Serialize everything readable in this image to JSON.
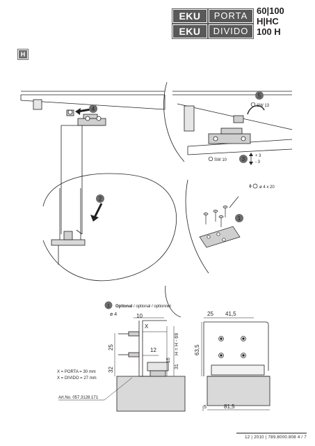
{
  "header": {
    "row1": {
      "brand": "EKU",
      "product": "PORTA",
      "model": "60|100 H|HC"
    },
    "row2": {
      "brand": "EKU",
      "product": "DIVIDO",
      "model": "100 H"
    }
  },
  "section_badge": "H",
  "steps": {
    "s1": "1",
    "s2": "2",
    "s3": "3",
    "s4": "4",
    "s5": "5"
  },
  "callouts": {
    "sw13": "SW 13",
    "sw10": "SW 10",
    "plus3": "+ 3",
    "minus3": "- 3",
    "screw": "ø 4 x 20"
  },
  "optional": {
    "num": "1",
    "bold": "Optional",
    "rest": " / optional / optionnel"
  },
  "drawing": {
    "phi4": "ø 4",
    "d10": "10",
    "dX": "X",
    "d12": "12",
    "d25": "25",
    "d32": "32",
    "d16": "16",
    "d31": "31",
    "dH": "H = H - 69",
    "d25b": "25",
    "d415": "41,5",
    "d635": "63,5",
    "d815": "81,5",
    "d5": "5"
  },
  "notes": {
    "porta": "X = PORTA = 30 mm",
    "divido": "X = DIVIDO = 27 mm",
    "artno": "Art.No. 057.3128.171"
  },
  "footer": "12 | 2010 | 789.8000.808   4 / 7"
}
